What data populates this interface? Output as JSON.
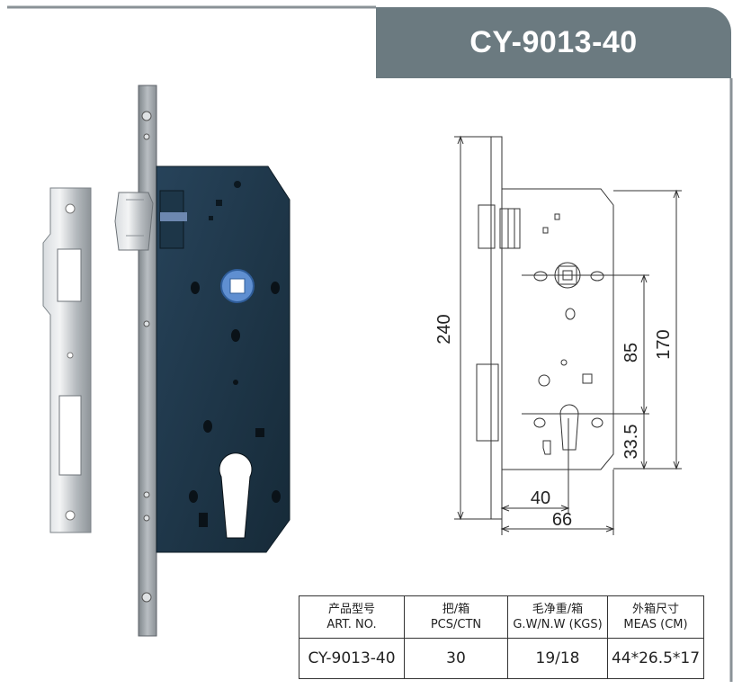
{
  "product": {
    "model": "CY-9013-40"
  },
  "dimensions": {
    "height_total": "240",
    "case_height": "170",
    "center_distance": "85",
    "cylinder_offset": "33.5",
    "backset": "40",
    "case_width": "66"
  },
  "spec_table": {
    "headers": [
      {
        "cn": "产品型号",
        "en": "ART. NO."
      },
      {
        "cn": "把/箱",
        "en": "PCS/CTN"
      },
      {
        "cn": "毛净重/箱",
        "en": "G.W/N.W (KGS)"
      },
      {
        "cn": "外箱尺寸",
        "en": "MEAS (CM)"
      }
    ],
    "row": [
      "CY-9013-40",
      "30",
      "19/18",
      "44*26.5*17"
    ]
  },
  "colors": {
    "banner": "#6b7a80",
    "lock_body": "#203748",
    "faceplate": "#a4a9ad",
    "line": "#333333"
  }
}
